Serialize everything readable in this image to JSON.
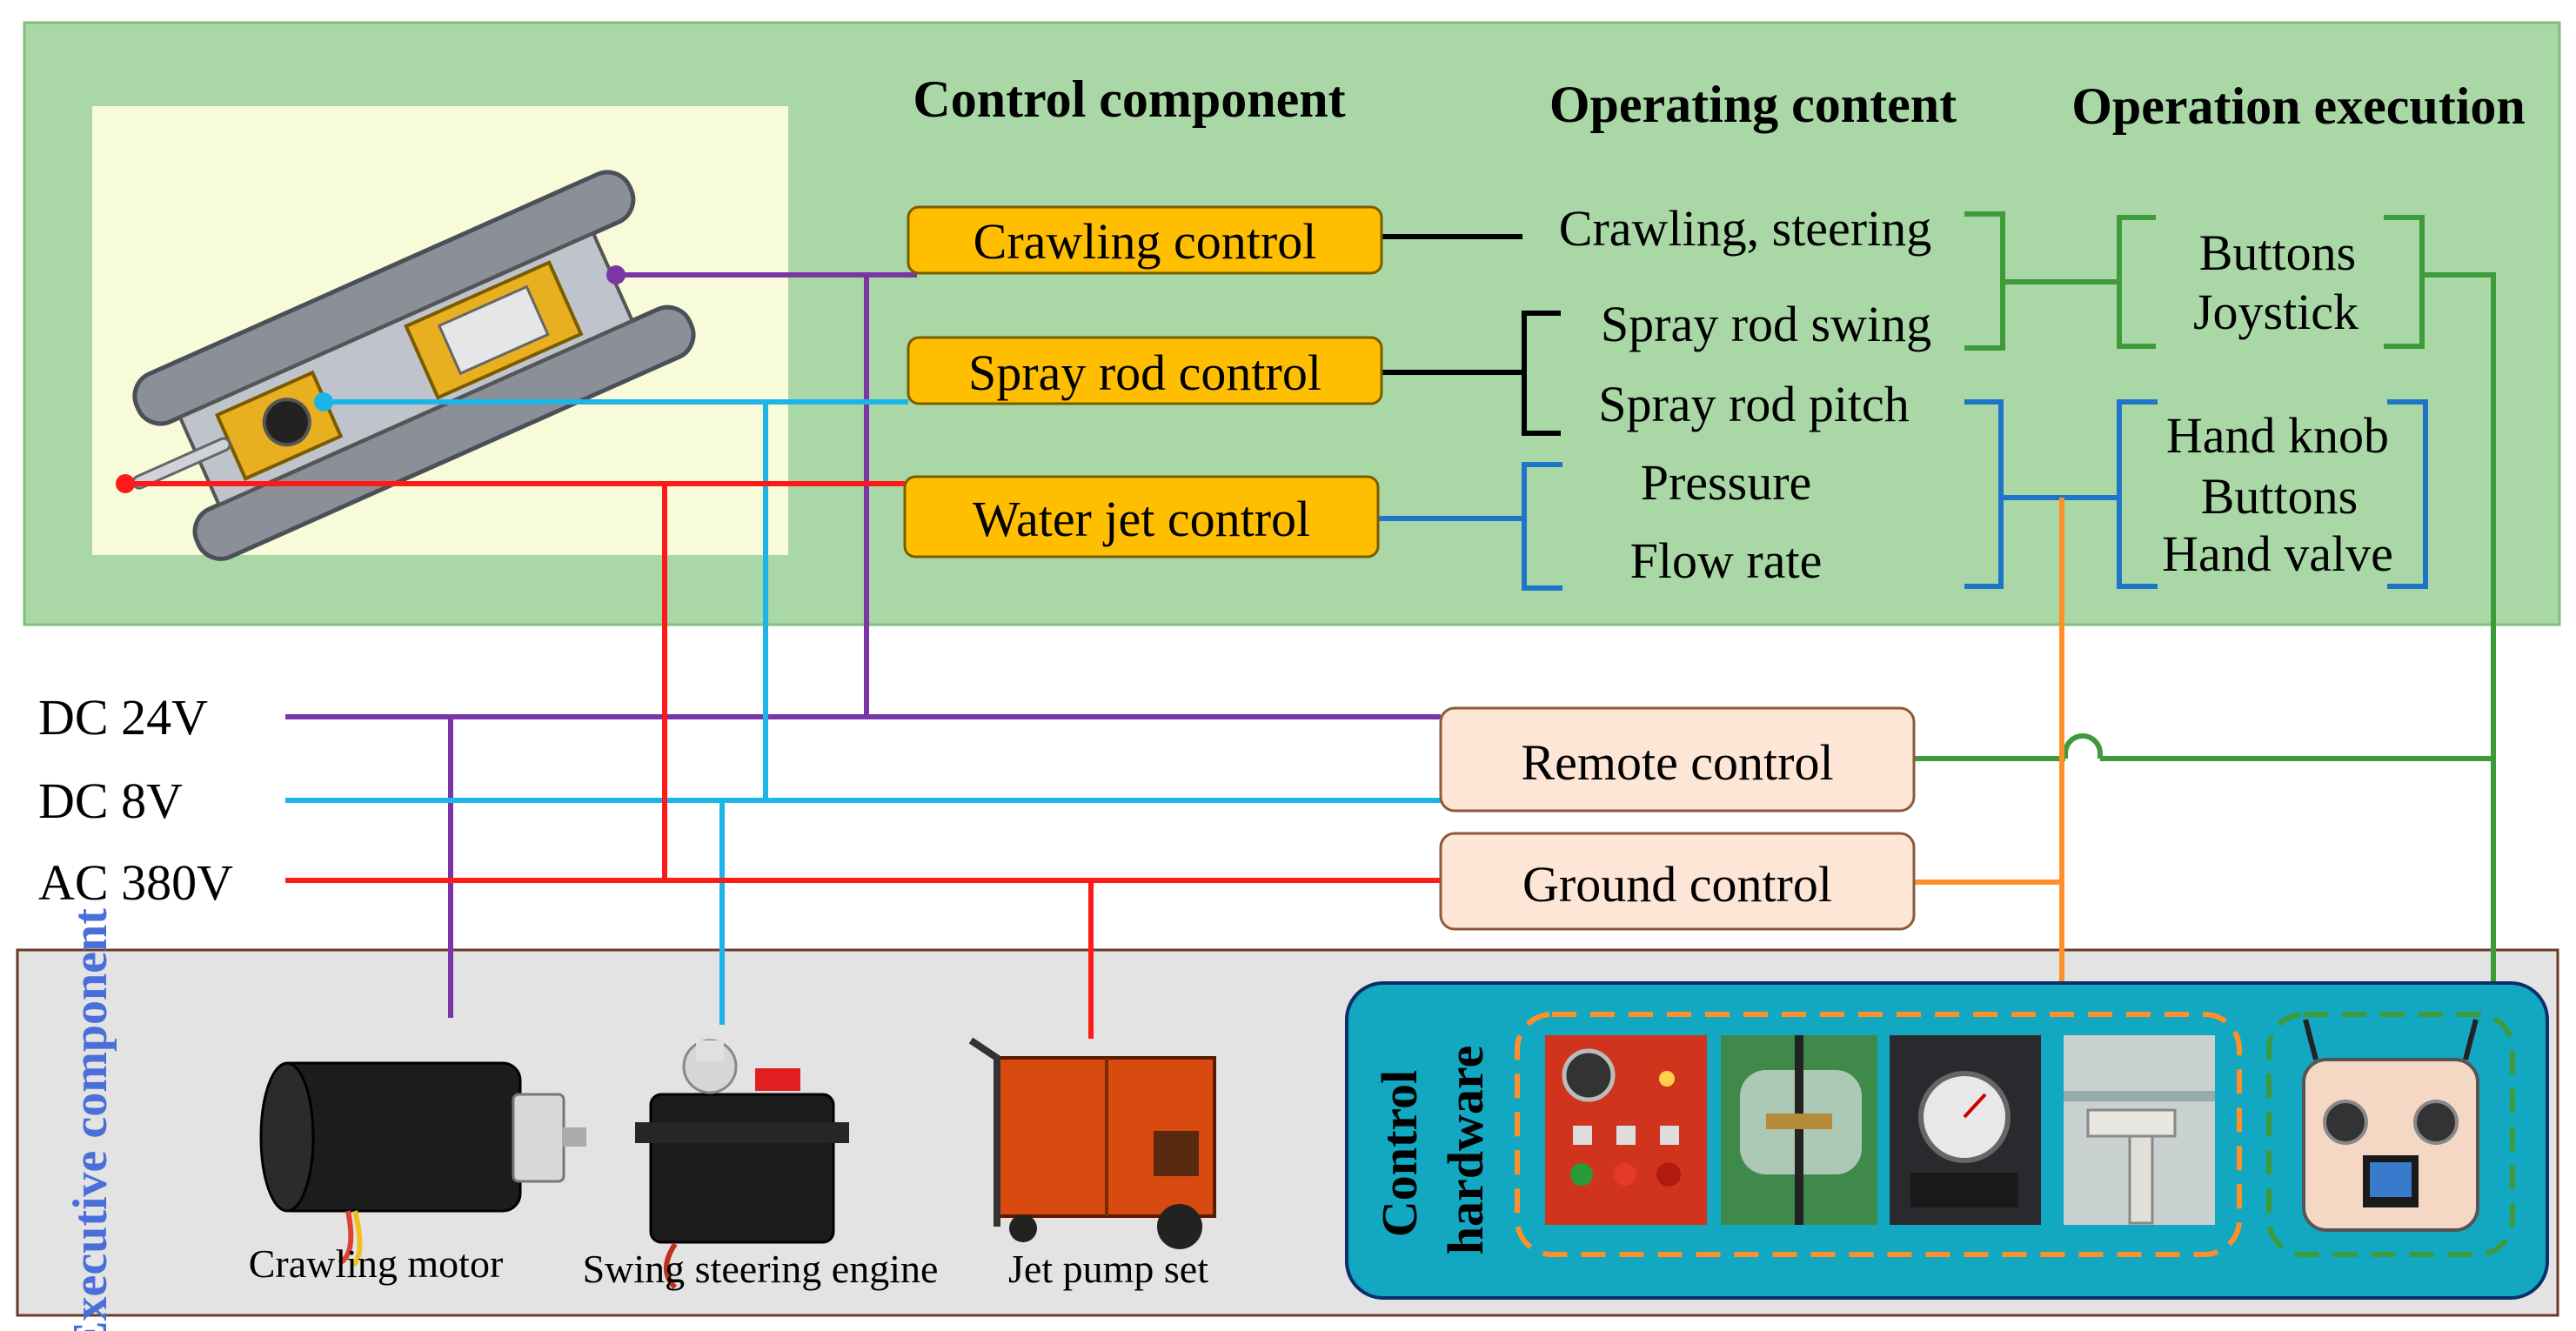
{
  "headers": {
    "control_component": "Control component",
    "operating_content": "Operating  content",
    "operation_execution": "Operation execution"
  },
  "control_boxes": {
    "crawling": "Crawling control",
    "spray_rod": "Spray rod control",
    "water_jet": "Water jet control"
  },
  "operating": {
    "crawling_steering": "Crawling, steering",
    "spray_rod_swing": "Spray rod swing",
    "spray_rod_pitch": "Spray rod pitch",
    "pressure": "Pressure",
    "flow_rate": "Flow rate"
  },
  "execution": {
    "buttons_1": "Buttons",
    "joystick": "Joystick",
    "hand_knob": "Hand knob",
    "buttons_2": "Buttons",
    "hand_valve": "Hand valve"
  },
  "power": {
    "dc24": "DC 24V",
    "dc8": "DC 8V",
    "ac380": "AC 380V"
  },
  "controls": {
    "remote": "Remote control",
    "ground": "Ground control"
  },
  "executive": {
    "title": "Executive component",
    "crawling_motor": "Crawling motor",
    "swing_steering_engine": "Swing steering engine",
    "jet_pump_set": "Jet pump set"
  },
  "hardware": {
    "title_line1": "Control",
    "title_line2": "hardware"
  },
  "colors": {
    "top_panel": "#a9d8a6",
    "bottom_panel": "#e3e3e3",
    "hardware_panel": "#12a8c1",
    "orange_box": "#ffbf00",
    "pink_box": "#fde6d6",
    "purple": "#7b35a6",
    "cyan": "#1cb5e8",
    "red": "#ff1a1a",
    "blue": "#1e74c8",
    "green": "#3f9a3a",
    "orange": "#ff8f2a"
  }
}
